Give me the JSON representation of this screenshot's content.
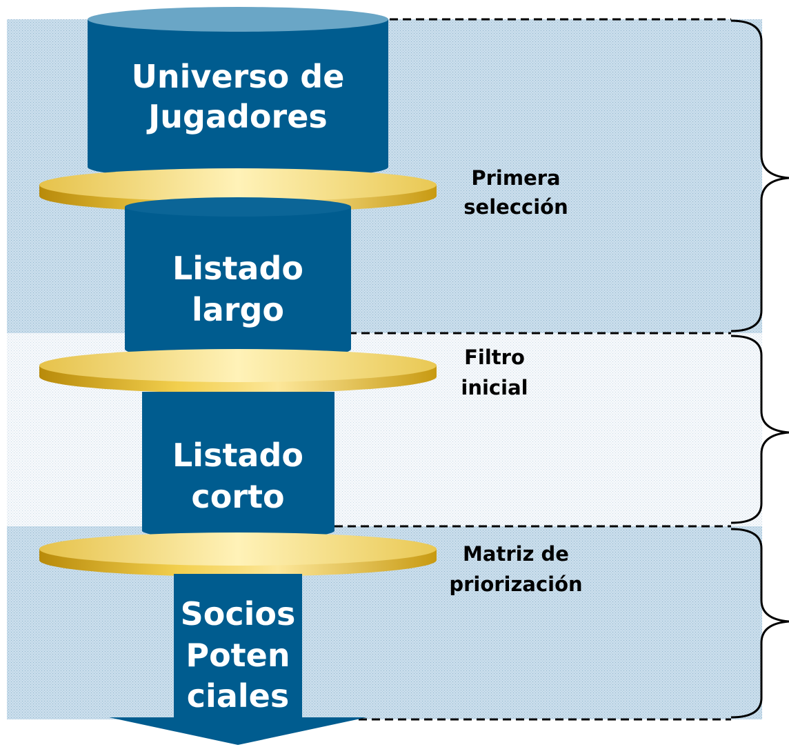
{
  "colors": {
    "cylinder": "#005C8F",
    "cylinder_top": "#6AA6C6",
    "disc_light": "#FCE79A",
    "disc_dark": "#C89A12",
    "band_blue": "#C6DCEB",
    "band_light": "#F4F7FA"
  },
  "stages": [
    {
      "cylinder_lines": [
        "Universo de",
        "Jugadores"
      ]
    },
    {
      "cylinder_lines": [
        "Listado",
        "largo"
      ]
    },
    {
      "cylinder_lines": [
        "Listado",
        "corto"
      ]
    },
    {
      "cylinder_lines": [
        "Socios",
        "Poten",
        "ciales"
      ]
    }
  ],
  "filters": [
    {
      "lines": [
        "Primera",
        "selección"
      ]
    },
    {
      "lines": [
        "Filtro",
        "inicial"
      ]
    },
    {
      "lines": [
        "Matriz de",
        "priorización"
      ]
    }
  ]
}
